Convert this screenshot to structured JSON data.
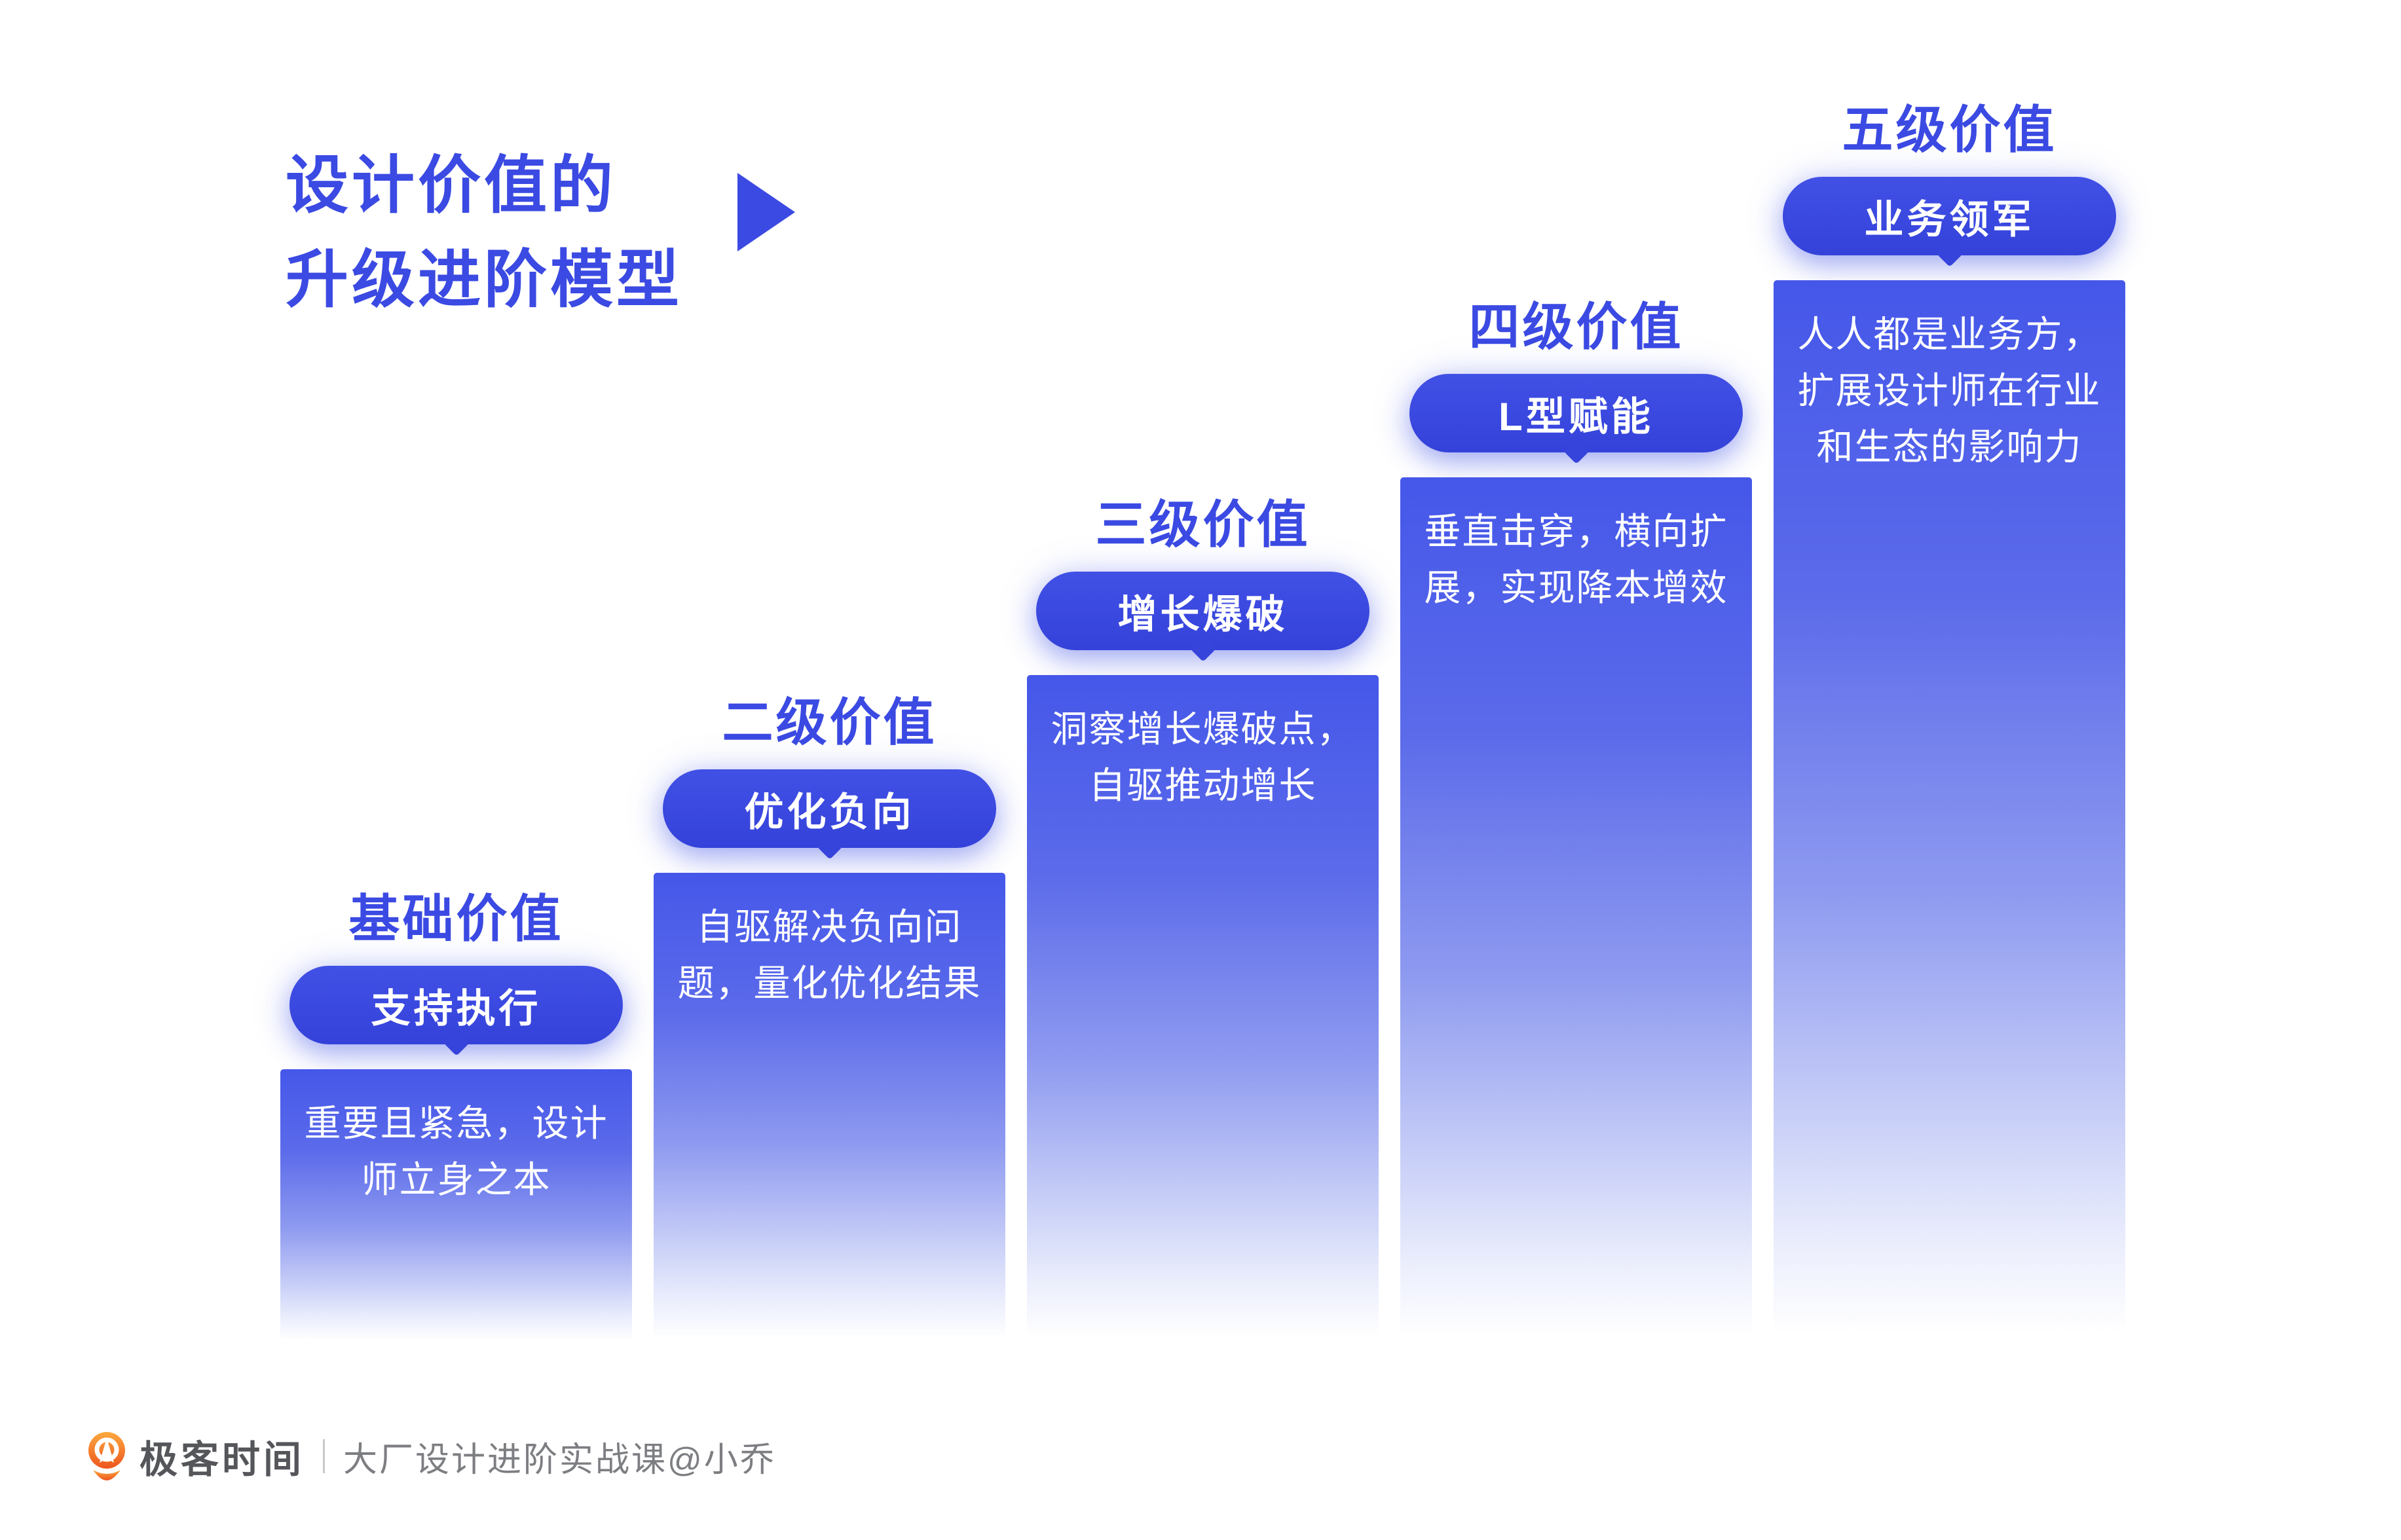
{
  "header": {
    "title_lines": [
      "设计价值的",
      "升级进阶模型"
    ]
  },
  "levels": [
    {
      "rank": "基础价值",
      "pill": "支持执行",
      "desc_lines": [
        "重要且紧急，设计",
        "师立身之本"
      ]
    },
    {
      "rank": "二级价值",
      "pill": "优化负向",
      "desc_lines": [
        "自驱解决负向问",
        "题，量化优化结果"
      ]
    },
    {
      "rank": "三级价值",
      "pill": "增长爆破",
      "desc_lines": [
        "洞察增长爆破点，",
        "自驱推动增长"
      ]
    },
    {
      "rank": "四级价值",
      "pill": "L型赋能",
      "desc_lines": [
        "垂直击穿，横向扩",
        "展，实现降本增效"
      ]
    },
    {
      "rank": "五级价值",
      "pill": "业务领军",
      "desc_lines": [
        "人人都是业务方，",
        "扩展设计师在行业",
        "和生态的影响力"
      ]
    }
  ],
  "footer": {
    "brand": "极客时间",
    "course": "大厂设计进阶实战课@小乔",
    "logo_icon": "geektime-speech-bubble",
    "logo_colors": {
      "start": "#FCA93F",
      "end": "#ED561E"
    }
  },
  "colors": {
    "accent_blue": "#3B4AE2",
    "pill_blue": "#3644DB",
    "bar_top_blue": "#4557E9",
    "bar_fade": "#FFFFFF",
    "text_on_blue": "#FFFFFF",
    "brand_gray": "#54565A",
    "course_gray": "#7C7E82"
  }
}
